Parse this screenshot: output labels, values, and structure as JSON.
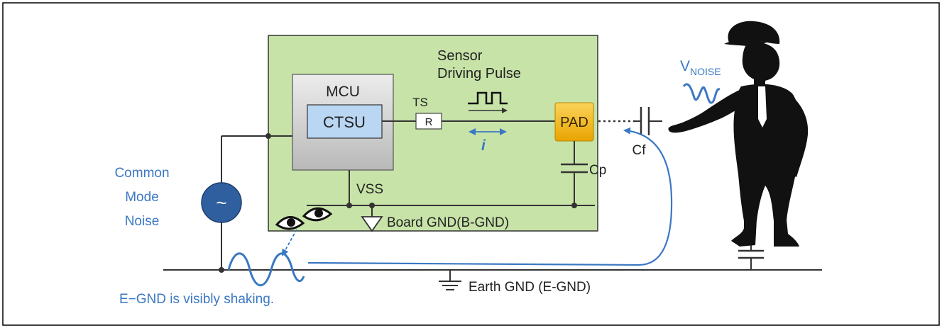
{
  "labels": {
    "mcu": "MCU",
    "ctsu": "CTSU",
    "ts": "TS",
    "resistor": "R",
    "sensor_line1": "Sensor",
    "sensor_line2": "Driving Pulse",
    "current": "i",
    "pad": "PAD",
    "cp": "Cp",
    "cf": "Cf",
    "vnoise_main": "V",
    "vnoise_sub": "NOISE",
    "vss": "VSS",
    "board_gnd": "Board GND(B-GND)",
    "earth_gnd": "Earth GND (E-GND)",
    "common_mode_1": "Common",
    "common_mode_2": "Mode",
    "common_mode_3": "Noise",
    "source_symbol": "~",
    "shaking": "E−GND is visibly shaking."
  },
  "colors": {
    "board_fill": "#c7e3a8",
    "mcu_fill": "#d9d9d9",
    "ctsu_fill": "#b9d6f3",
    "pad_fill": "#f5bb0f",
    "source_fill": "#2f5f9e",
    "accent_blue": "#3b78c2",
    "wire": "#333333"
  },
  "icons": {
    "eyes": "eyes-icon",
    "person": "person-silhouette-icon"
  }
}
